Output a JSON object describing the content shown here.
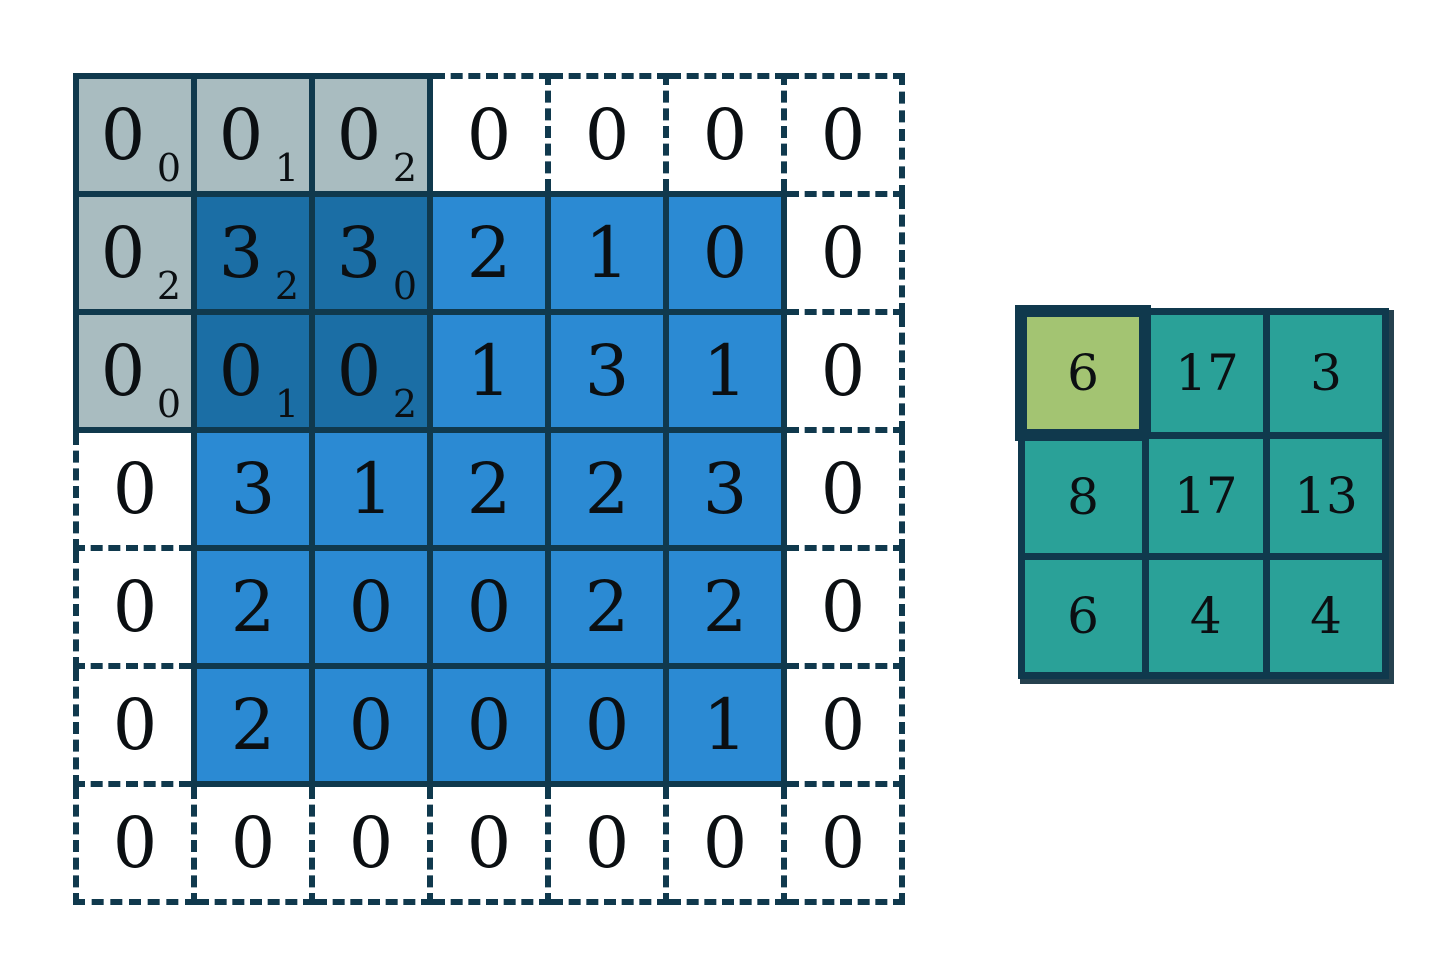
{
  "colors": {
    "border": "#10394d",
    "padding_cell_bg": "#ffffff",
    "kernel_over_padding_bg": "#a9bcc0",
    "kernel_over_input_bg": "#1b6ea5",
    "input_cell_bg": "#2b8ad3",
    "output_cell_bg": "#2aa198",
    "output_highlight_bg": "#a3c472",
    "number_text": "#0b0f12"
  },
  "left_grid": {
    "rows": [
      [
        {
          "v": "0",
          "sub": "0",
          "type": "pad-k"
        },
        {
          "v": "0",
          "sub": "1",
          "type": "pad-k"
        },
        {
          "v": "0",
          "sub": "2",
          "type": "pad-k"
        },
        {
          "v": "0",
          "type": "pad"
        },
        {
          "v": "0",
          "type": "pad"
        },
        {
          "v": "0",
          "type": "pad"
        },
        {
          "v": "0",
          "type": "pad"
        }
      ],
      [
        {
          "v": "0",
          "sub": "2",
          "type": "pad-k"
        },
        {
          "v": "3",
          "sub": "2",
          "type": "in-k"
        },
        {
          "v": "3",
          "sub": "0",
          "type": "in-k"
        },
        {
          "v": "2",
          "type": "in"
        },
        {
          "v": "1",
          "type": "in"
        },
        {
          "v": "0",
          "type": "in"
        },
        {
          "v": "0",
          "type": "pad"
        }
      ],
      [
        {
          "v": "0",
          "sub": "0",
          "type": "pad-k"
        },
        {
          "v": "0",
          "sub": "1",
          "type": "in-k"
        },
        {
          "v": "0",
          "sub": "2",
          "type": "in-k"
        },
        {
          "v": "1",
          "type": "in"
        },
        {
          "v": "3",
          "type": "in"
        },
        {
          "v": "1",
          "type": "in"
        },
        {
          "v": "0",
          "type": "pad"
        }
      ],
      [
        {
          "v": "0",
          "type": "pad"
        },
        {
          "v": "3",
          "type": "in"
        },
        {
          "v": "1",
          "type": "in"
        },
        {
          "v": "2",
          "type": "in"
        },
        {
          "v": "2",
          "type": "in"
        },
        {
          "v": "3",
          "type": "in"
        },
        {
          "v": "0",
          "type": "pad"
        }
      ],
      [
        {
          "v": "0",
          "type": "pad"
        },
        {
          "v": "2",
          "type": "in"
        },
        {
          "v": "0",
          "type": "in"
        },
        {
          "v": "0",
          "type": "in"
        },
        {
          "v": "2",
          "type": "in"
        },
        {
          "v": "2",
          "type": "in"
        },
        {
          "v": "0",
          "type": "pad"
        }
      ],
      [
        {
          "v": "0",
          "type": "pad"
        },
        {
          "v": "2",
          "type": "in"
        },
        {
          "v": "0",
          "type": "in"
        },
        {
          "v": "0",
          "type": "in"
        },
        {
          "v": "0",
          "type": "in"
        },
        {
          "v": "1",
          "type": "in"
        },
        {
          "v": "0",
          "type": "pad"
        }
      ],
      [
        {
          "v": "0",
          "type": "pad"
        },
        {
          "v": "0",
          "type": "pad"
        },
        {
          "v": "0",
          "type": "pad"
        },
        {
          "v": "0",
          "type": "pad"
        },
        {
          "v": "0",
          "type": "pad"
        },
        {
          "v": "0",
          "type": "pad"
        },
        {
          "v": "0",
          "type": "pad"
        }
      ]
    ]
  },
  "right_grid": {
    "rows": [
      [
        {
          "v": "6",
          "type": "highlight"
        },
        {
          "v": "17",
          "type": "out"
        },
        {
          "v": "3",
          "type": "out"
        }
      ],
      [
        {
          "v": "8",
          "type": "out"
        },
        {
          "v": "17",
          "type": "out"
        },
        {
          "v": "13",
          "type": "out"
        }
      ],
      [
        {
          "v": "6",
          "type": "out"
        },
        {
          "v": "4",
          "type": "out"
        },
        {
          "v": "4",
          "type": "out"
        }
      ]
    ]
  }
}
